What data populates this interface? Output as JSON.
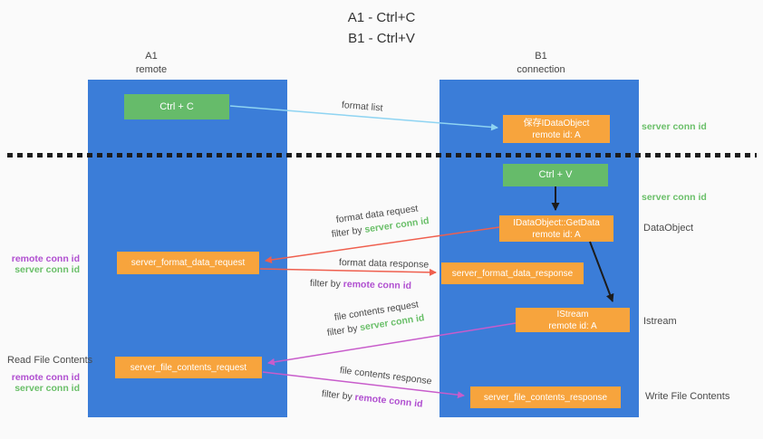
{
  "title": {
    "line1": "A1 - Ctrl+C",
    "line2": "B1 - Ctrl+V"
  },
  "columns": {
    "a": {
      "name": "A1",
      "subtitle": "remote"
    },
    "b": {
      "name": "B1",
      "subtitle": "connection"
    }
  },
  "boxes": {
    "ctrl_c": "Ctrl + C",
    "saved_dataobject": {
      "line1": "保存IDataObject",
      "line2": "remote id: A"
    },
    "ctrl_v": "Ctrl + V",
    "getdata": {
      "line1": "IDataObject::GetData",
      "line2": "remote id: A"
    },
    "format_request": "server_format_data_request",
    "format_response": "server_format_data_response",
    "istream": {
      "line1": "IStream",
      "line2": "remote id: A"
    },
    "file_request": "server_file_contents_request",
    "file_response": "server_file_contents_response"
  },
  "side_labels": {
    "server_conn_top": "server conn id",
    "server_conn_mid": "server conn id",
    "dataobject": "DataObject",
    "istream": "Istream",
    "write_file": "Write File Contents",
    "read_file": "Read File Contents",
    "left_remote_1": "remote conn id",
    "left_server_1": "server conn id",
    "left_remote_2": "remote conn id",
    "left_server_2": "server conn id"
  },
  "arrow_labels": {
    "format_list": "format list",
    "format_data_request": "format data request",
    "filter_server_1": {
      "prefix": "filter by ",
      "colored": "server conn id"
    },
    "format_data_response": "format data response",
    "filter_remote_1": {
      "prefix": "filter by ",
      "colored": "remote conn id"
    },
    "file_contents_request": "file contents request",
    "filter_server_2": {
      "prefix": "filter by ",
      "colored": "server conn id"
    },
    "file_contents_response": "file contents response",
    "filter_remote_2": {
      "prefix": "filter by ",
      "colored": "remote conn id"
    }
  },
  "colors": {
    "bg": "#fafafa",
    "column-blue": "#3b7dd8",
    "box-green": "#66bb6a",
    "box-orange": "#f7a43d",
    "arrow-red": "#ef5f4e",
    "arrow-magenta": "#c85ccb",
    "arrow-blue": "#8fd4f2",
    "arrow-black": "#1c1c1c",
    "text-green": "#6abf69",
    "text-purple": "#b04fd0",
    "text-dark": "#4a4a4a"
  }
}
